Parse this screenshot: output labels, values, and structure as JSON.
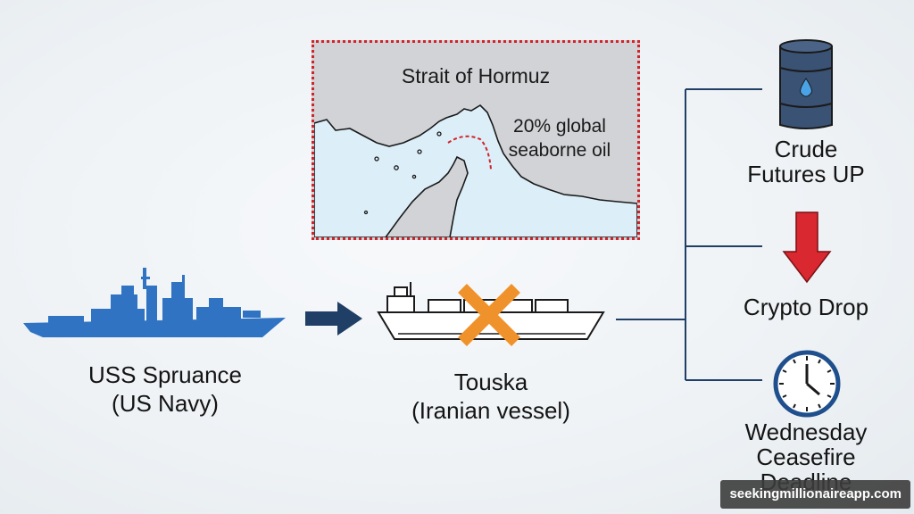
{
  "map": {
    "title": "Strait of Hormuz",
    "note_line1": "20% global",
    "note_line2": "seaborne oil"
  },
  "left_ship": {
    "name": "USS Spruance",
    "affiliation": "(US Navy)",
    "icon": "warship-icon",
    "color": "#2f73c2"
  },
  "center_ship": {
    "name": "Touska",
    "affiliation": "(Iranian vessel)",
    "icon": "cargo-ship-icon",
    "blocked_color": "#f0922b"
  },
  "impacts": [
    {
      "icon": "oil-barrel-icon",
      "line1": "Crude",
      "line2": "Futures UP"
    },
    {
      "icon": "down-arrow-icon",
      "line1": "Crypto Drop",
      "line2": ""
    },
    {
      "icon": "clock-icon",
      "line1": "Wednesday",
      "line2": "Ceasefire",
      "line3": "Deadline"
    }
  ],
  "watermark": "seekingmillionaireapp.com",
  "colors": {
    "accent_blue": "#2f73c2",
    "dark_navy": "#1f3f66",
    "red": "#d9282f",
    "orange": "#f0922b"
  }
}
